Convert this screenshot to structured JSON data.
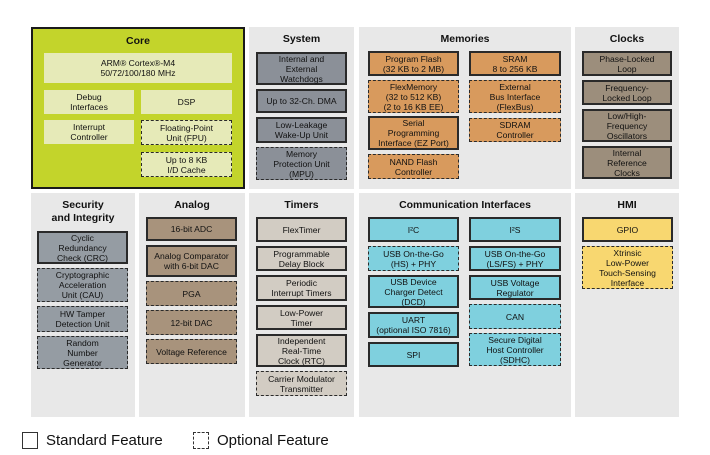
{
  "panels": {
    "core": {
      "title": "Core",
      "items": [
        {
          "label": "ARM® Cortex®-M4\n50/72/100/180 MHz",
          "optional": false
        },
        {
          "label": "Debug\nInterfaces",
          "optional": false
        },
        {
          "label": "DSP",
          "optional": false
        },
        {
          "label": "Interrupt\nController",
          "optional": false
        },
        {
          "label": "Floating-Point\nUnit (FPU)",
          "optional": true
        },
        {
          "label": "Up to 8 KB\nI/D Cache",
          "optional": true
        }
      ]
    },
    "system": {
      "title": "System",
      "items": [
        {
          "label": "Internal and\nExternal\nWatchdogs",
          "optional": false
        },
        {
          "label": "Up to 32-Ch. DMA",
          "optional": false
        },
        {
          "label": "Low-Leakage\nWake-Up Unit",
          "optional": false
        },
        {
          "label": "Memory\nProtection Unit\n(MPU)",
          "optional": true
        }
      ]
    },
    "memories": {
      "title": "Memories",
      "items": [
        {
          "label": "Program Flash\n(32 KB to 2 MB)",
          "optional": false
        },
        {
          "label": "SRAM\n8 to 256 KB",
          "optional": false
        },
        {
          "label": "FlexMemory\n(32 to 512 KB)\n(2 to 16 KB EE)",
          "optional": true
        },
        {
          "label": "External\nBus Interface\n(FlexBus)",
          "optional": true
        },
        {
          "label": "Serial\nProgramming\nInterface (EZ Port)",
          "optional": false
        },
        {
          "label": "SDRAM\nController",
          "optional": true
        },
        {
          "label": "NAND Flash\nController",
          "optional": true
        }
      ]
    },
    "clocks": {
      "title": "Clocks",
      "items": [
        {
          "label": "Phase-Locked\nLoop",
          "optional": false
        },
        {
          "label": "Frequency-\nLocked Loop",
          "optional": false
        },
        {
          "label": "Low/High-\nFrequency\nOscillators",
          "optional": false
        },
        {
          "label": "Internal\nReference\nClocks",
          "optional": false
        }
      ]
    },
    "security": {
      "title": "Security\nand Integrity",
      "items": [
        {
          "label": "Cyclic\nRedundancy\nCheck (CRC)",
          "optional": false
        },
        {
          "label": "Cryptographic\nAcceleration\nUnit (CAU)",
          "optional": true
        },
        {
          "label": "HW Tamper\nDetection Unit",
          "optional": true
        },
        {
          "label": "Random\nNumber\nGenerator",
          "optional": true
        }
      ]
    },
    "analog": {
      "title": "Analog",
      "items": [
        {
          "label": "16-bit ADC",
          "optional": false
        },
        {
          "label": "Analog Comparator\nwith 6-bit DAC",
          "optional": false
        },
        {
          "label": "PGA",
          "optional": true
        },
        {
          "label": "12-bit DAC",
          "optional": true
        },
        {
          "label": "Voltage Reference",
          "optional": true
        }
      ]
    },
    "timers": {
      "title": "Timers",
      "items": [
        {
          "label": "FlexTimer",
          "optional": false
        },
        {
          "label": "Programmable\nDelay Block",
          "optional": false
        },
        {
          "label": "Periodic\nInterrupt Timers",
          "optional": false
        },
        {
          "label": "Low-Power\nTimer",
          "optional": false
        },
        {
          "label": "Independent\nReal-Time\nClock (RTC)",
          "optional": false
        },
        {
          "label": "Carrier Modulator\nTransmitter",
          "optional": true
        }
      ]
    },
    "communication": {
      "title": "Communication Interfaces",
      "items": [
        {
          "label": "I²C",
          "optional": false
        },
        {
          "label": "I²S",
          "optional": false
        },
        {
          "label": "USB On-the-Go\n(HS) + PHY",
          "optional": true
        },
        {
          "label": "USB On-the-Go\n(LS/FS) + PHY",
          "optional": false
        },
        {
          "label": "USB Device\nCharger Detect\n(DCD)",
          "optional": false
        },
        {
          "label": "USB Voltage\nRegulator",
          "optional": false
        },
        {
          "label": "UART\n(optional ISO 7816)",
          "optional": false
        },
        {
          "label": "CAN",
          "optional": true
        },
        {
          "label": "SPI",
          "optional": false
        },
        {
          "label": "Secure Digital\nHost Controller\n(SDHC)",
          "optional": true
        }
      ]
    },
    "hmi": {
      "title": "HMI",
      "items": [
        {
          "label": "GPIO",
          "optional": false
        },
        {
          "label": "Xtrinsic\nLow-Power\nTouch-Sensing\nInterface",
          "optional": true
        }
      ]
    }
  },
  "legend": {
    "standard": "Standard Feature",
    "optional": "Optional Feature"
  },
  "colors": {
    "core": "#c3d42b",
    "system": "#8b9098",
    "memories": "#d89a5d",
    "clocks": "#9c8e7c",
    "security": "#959ca3",
    "analog": "#a8937c",
    "timers": "#d2ccc3",
    "communication": "#7fd0de",
    "hmi": "#f8d770"
  }
}
